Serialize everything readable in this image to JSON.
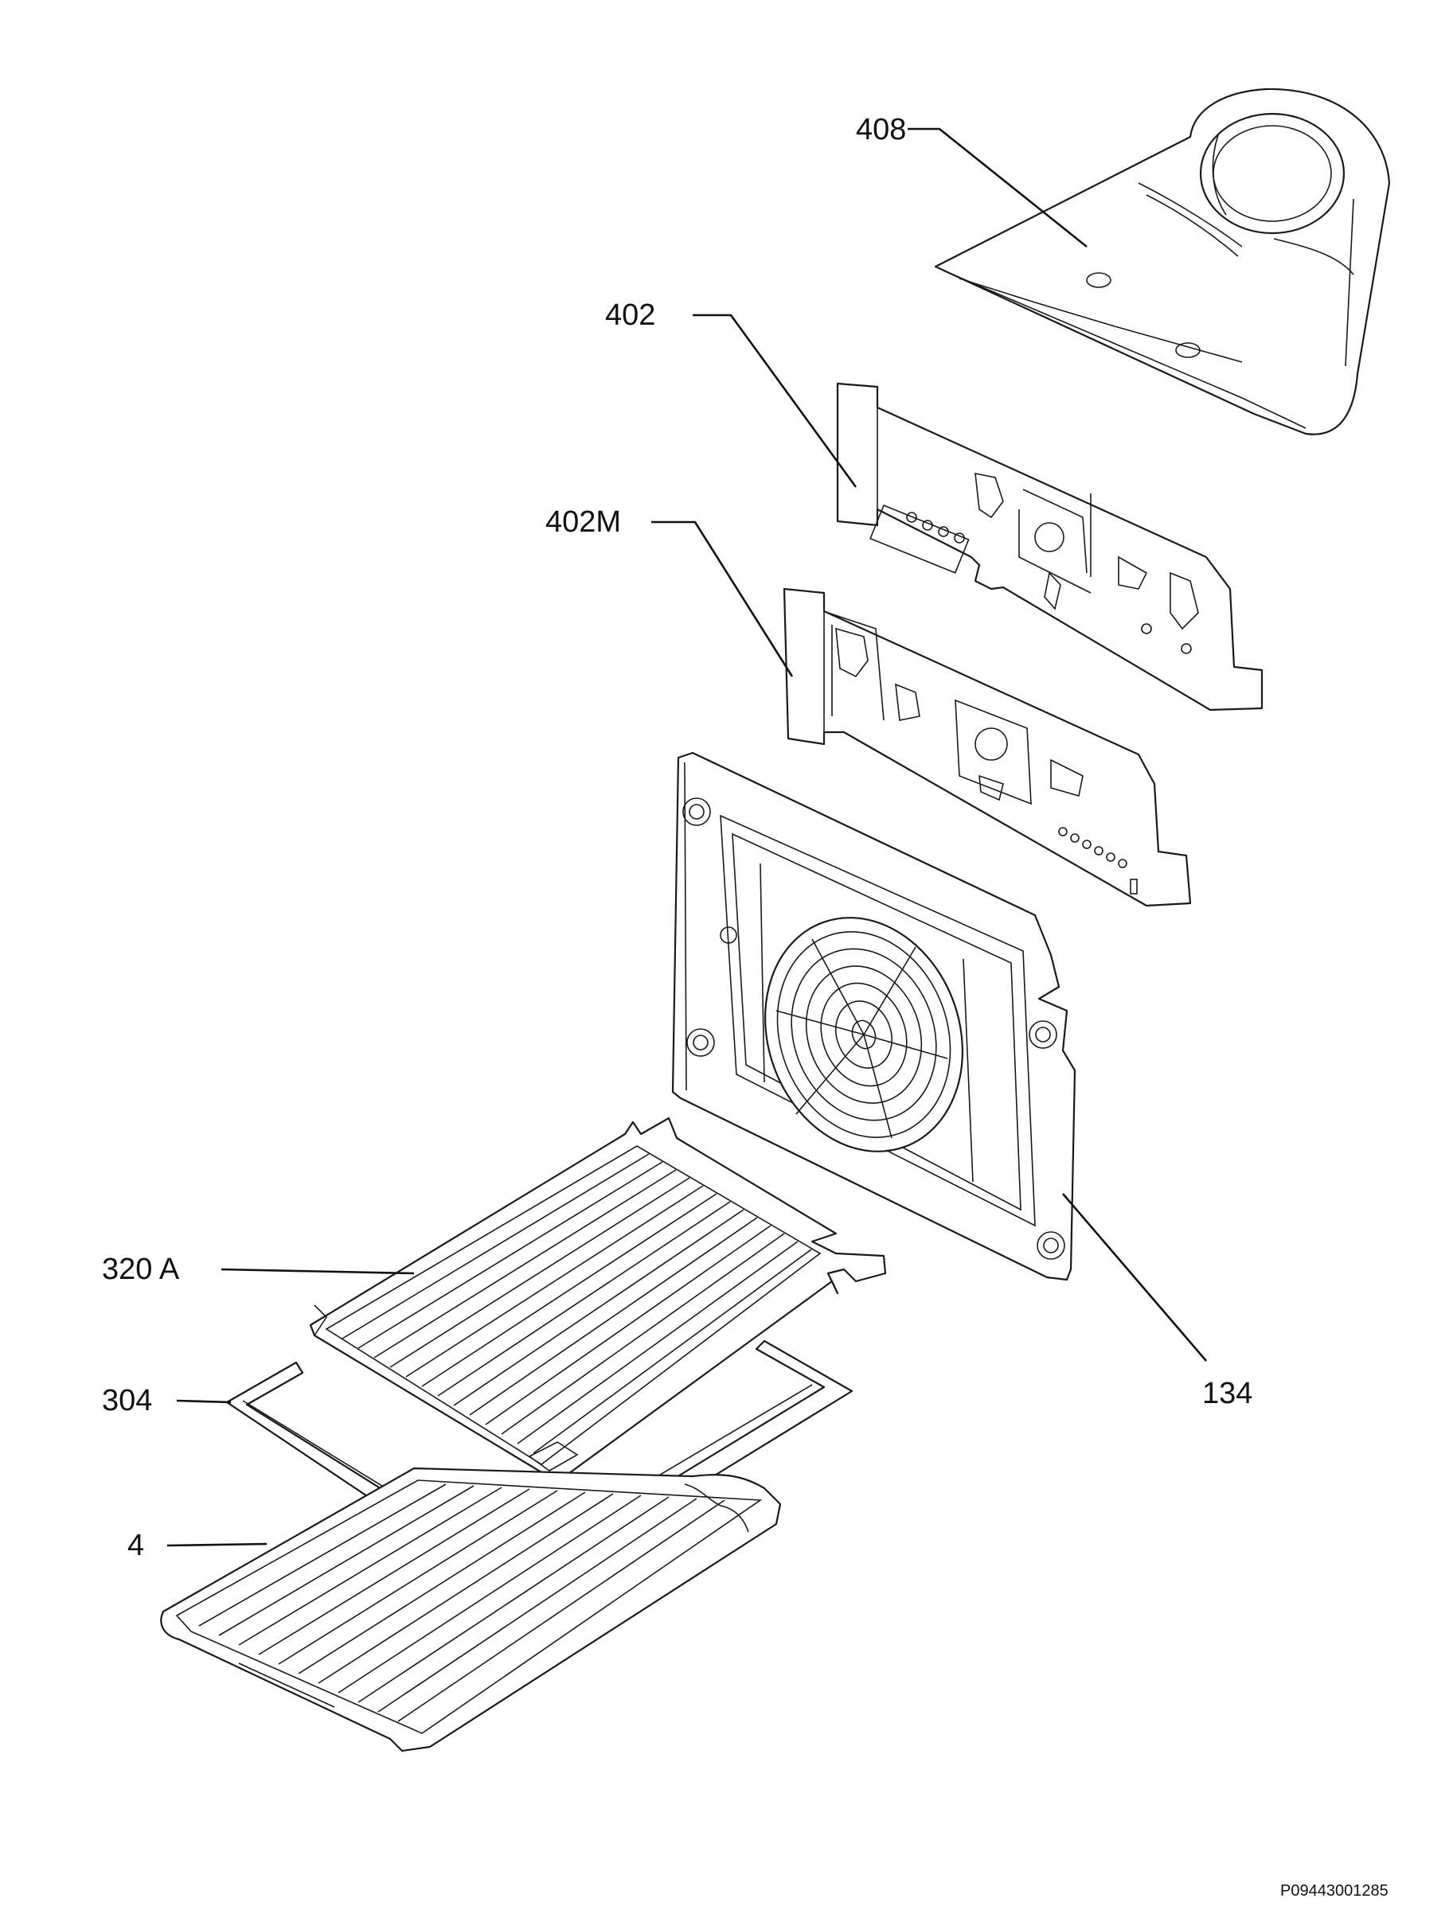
{
  "diagram": {
    "callouts": {
      "c408": "408",
      "c402": "402",
      "c402m": "402M",
      "c320a": "320 A",
      "c304": "304",
      "c4": "4",
      "c134": "134"
    },
    "drawing_code": "P09443001285"
  }
}
